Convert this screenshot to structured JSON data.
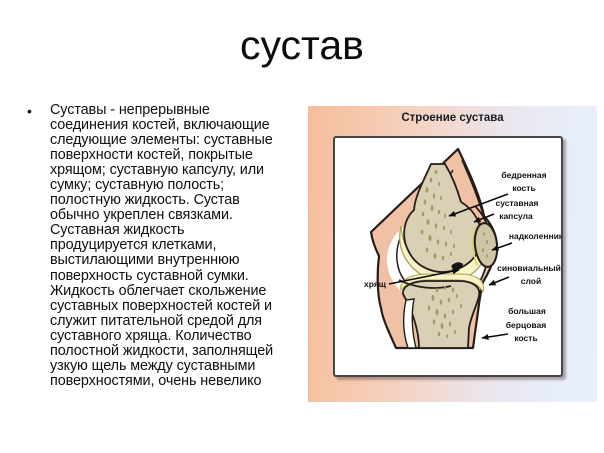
{
  "slide": {
    "title": "сустав",
    "bullet": "•",
    "body_text": "Суставы - непрерывные\nсоединения костей, включающие\nследующие элементы: суставные\nповерхности костей, покрытые\nхрящом; суставную капсулу, или\nсумку; суставную полость;\nполостную жидкость. Сустав\nобычно укреплен связками.\nСуставная жидкость\nпродуцируется клетками,\nвыстилающими внутреннюю\nповерхность суставной сумки.\nЖидкость облегчает скольжение\nсуставных поверхностей костей и\nслужит питательной средой для\nсуставного хряща. Количество\nполостной жидкости, заполнящей\nузкую щель между суставными\nповерхностями, очень невелико"
  },
  "figure": {
    "caption": "Строение сустава",
    "labels": {
      "femur": {
        "line1": "бедренная",
        "line2": "кость"
      },
      "capsule": {
        "line1": "суставная",
        "line2": "капсула"
      },
      "patella": "надколенник",
      "synovial": {
        "line1": "синовиальный",
        "line2": "слой"
      },
      "cartilage": "хрящ",
      "tibia": {
        "line1": "большая",
        "line2": "берцовая",
        "line3": "кость"
      }
    },
    "colors": {
      "panel_gradient_left": "#f6bd9c",
      "panel_gradient_right": "#e8f0fc",
      "skin": "#f1c1a5",
      "bone": "#d9d0b5",
      "bone_speckle": "#a2935f",
      "cartilage_fill": "#f8f2c8",
      "outline": "#241d1a",
      "caption_color": "#1a1a24",
      "text_color": "#0f0f0f"
    }
  }
}
